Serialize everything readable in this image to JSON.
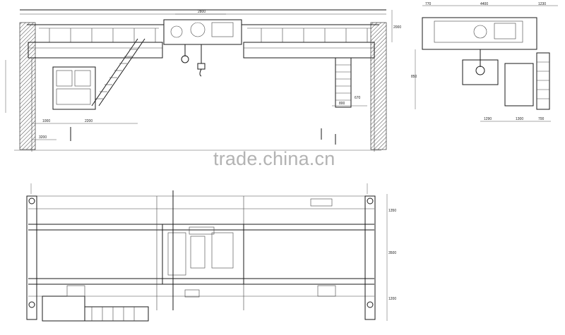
{
  "watermark": "trade.china.cn",
  "dimensions": {
    "trolley_width": "2800",
    "side_gauge": "4400",
    "side_right": "1230",
    "side_left": "770",
    "side_bottom_a": "1290",
    "side_bottom_b": "1300",
    "side_bottom_c": "700",
    "side_height": "850",
    "top_right_height": "2000",
    "front_bottom_a": "1000",
    "front_bottom_b": "3200",
    "front_bottom_c": "2200",
    "ladder_a": "800",
    "ladder_b": "670",
    "plan_right_a": "1350",
    "plan_right_b": "3500",
    "plan_right_c": "1200"
  },
  "views": [
    "front-elevation",
    "side-elevation",
    "plan-view"
  ],
  "colors": {
    "line": "#1a1a1a",
    "watermark": "#b3b3b3"
  }
}
